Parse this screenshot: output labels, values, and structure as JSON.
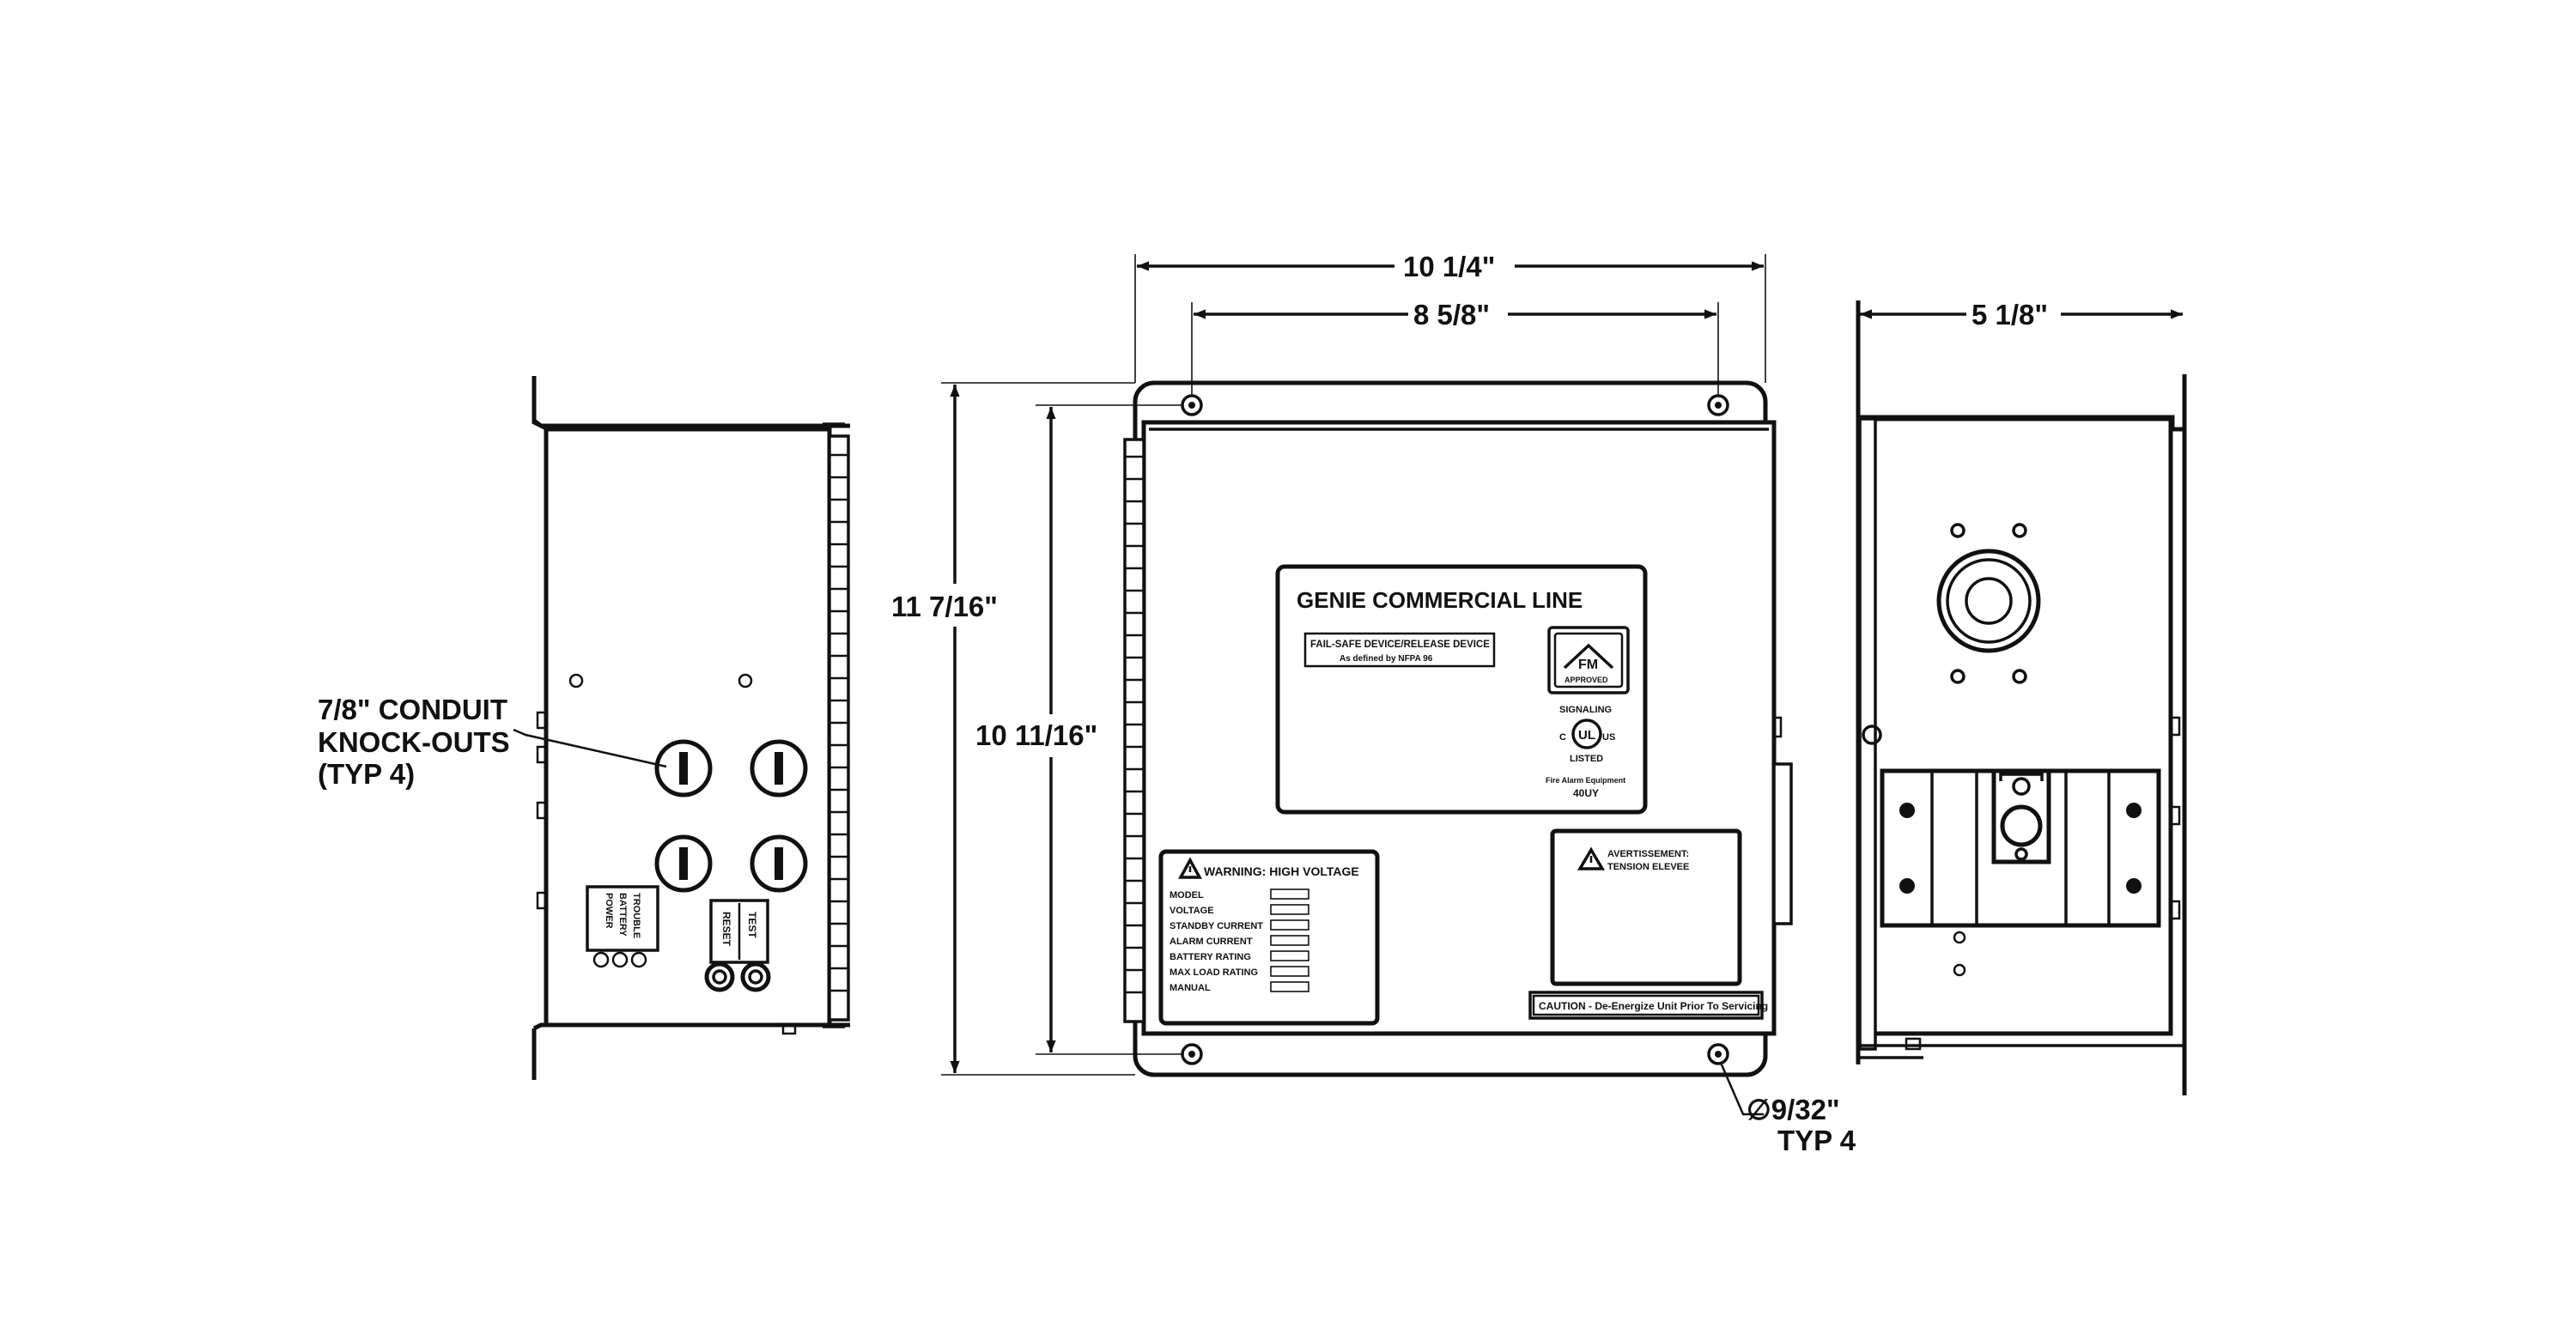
{
  "dimensions": {
    "overall_width": "10 1/4\"",
    "mount_width": "8 5/8\"",
    "side_depth": "5 1/8\"",
    "overall_height": "11 7/16\"",
    "mount_height": "10 11/16\"",
    "hole_dia": "∅9/32\"",
    "hole_typ": "TYP 4"
  },
  "callouts": {
    "knockout_line1": "7/8\" CONDUIT",
    "knockout_line2": "KNOCK-OUTS",
    "knockout_line3": "(TYP 4)"
  },
  "front_label": {
    "title": "GENIE COMMERCIAL LINE",
    "failsafe_line1": "FAIL-SAFE DEVICE/RELEASE DEVICE",
    "failsafe_line2": "As defined by NFPA 96",
    "fm_logo": "FM",
    "fm_approved": "APPROVED",
    "signaling": "SIGNALING",
    "ul_left": "C",
    "ul_mark": "UL",
    "ul_right": "US",
    "listed": "LISTED",
    "fire_alarm": "Fire Alarm Equipment",
    "code": "40UY"
  },
  "warning_label": {
    "title": "WARNING: HIGH VOLTAGE",
    "rows": [
      "MODEL",
      "VOLTAGE",
      "STANDBY CURRENT",
      "ALARM CURRENT",
      "BATTERY RATING",
      "MAX LOAD RATING",
      "MANUAL"
    ]
  },
  "adjustment_label": {
    "line1": "AVERTISSEMENT:",
    "line2": "TENSION ELEVEE"
  },
  "caution_text": "CAUTION - De-Energize Unit Prior To Servicing",
  "side_labels": {
    "trouble_line1": "TROUBLE",
    "trouble_line2": "BATTERY",
    "trouble_line3": "POWER",
    "reset": "RESET",
    "test": "TEST"
  }
}
